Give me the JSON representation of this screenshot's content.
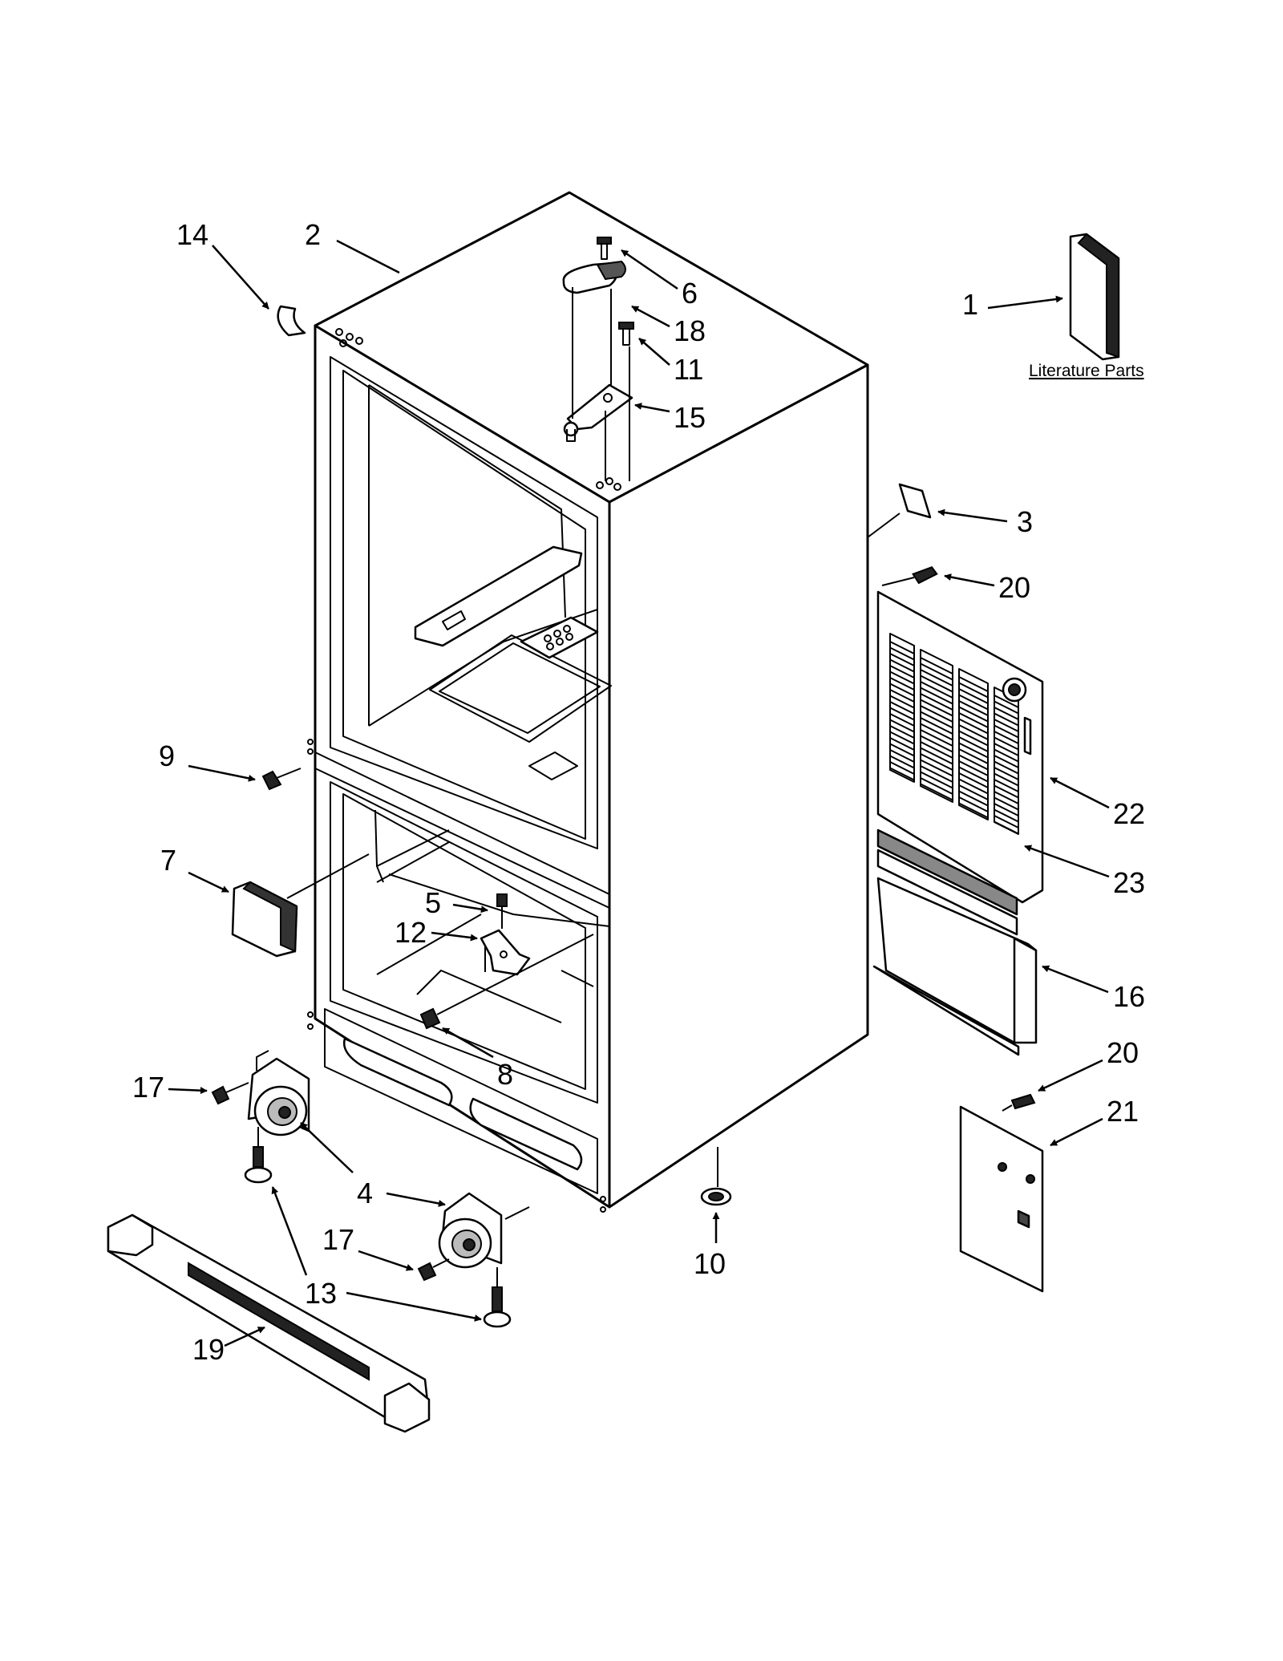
{
  "literature_label": "Literature Parts",
  "callouts": [
    {
      "id": "1",
      "label": "1"
    },
    {
      "id": "2",
      "label": "2"
    },
    {
      "id": "3",
      "label": "3"
    },
    {
      "id": "4a",
      "label": "4"
    },
    {
      "id": "5",
      "label": "5"
    },
    {
      "id": "6",
      "label": "6"
    },
    {
      "id": "7",
      "label": "7"
    },
    {
      "id": "8",
      "label": "8"
    },
    {
      "id": "9",
      "label": "9"
    },
    {
      "id": "10",
      "label": "10"
    },
    {
      "id": "11",
      "label": "11"
    },
    {
      "id": "12",
      "label": "12"
    },
    {
      "id": "13",
      "label": "13"
    },
    {
      "id": "14",
      "label": "14"
    },
    {
      "id": "15",
      "label": "15"
    },
    {
      "id": "16",
      "label": "16"
    },
    {
      "id": "17a",
      "label": "17"
    },
    {
      "id": "17b",
      "label": "17"
    },
    {
      "id": "18",
      "label": "18"
    },
    {
      "id": "19",
      "label": "19"
    },
    {
      "id": "20a",
      "label": "20"
    },
    {
      "id": "20b",
      "label": "20"
    },
    {
      "id": "21",
      "label": "21"
    },
    {
      "id": "22",
      "label": "22"
    },
    {
      "id": "23",
      "label": "23"
    }
  ]
}
